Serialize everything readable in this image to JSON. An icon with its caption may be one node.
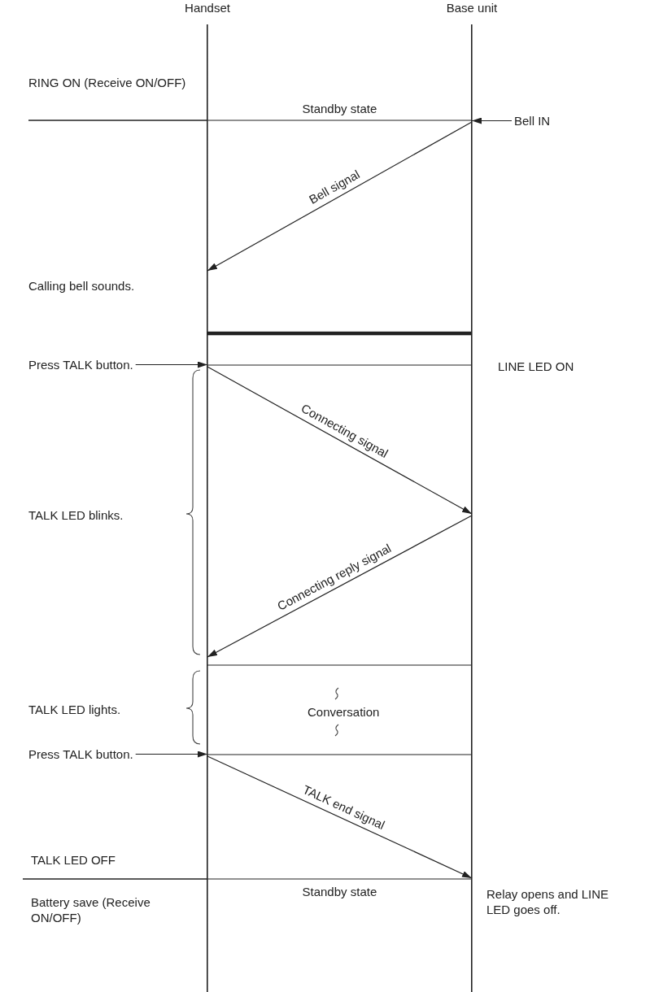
{
  "diagram": {
    "nodes": [
      {
        "text": [
          "Handset"
        ]
      },
      {
        "text": [
          "Base unit"
        ]
      },
      {
        "text": [
          "Bell IN"
        ]
      },
      {
        "text": [
          "Press TALK button."
        ]
      },
      {
        "text": [
          "Press TALK button."
        ]
      }
    ],
    "edges": [
      {
        "from": 0,
        "to": 1,
        "arrow": "none",
        "label": "Standby state"
      },
      {
        "from": 2,
        "to": 1,
        "arrow": "to"
      },
      {
        "from": 1,
        "to": 0,
        "arrow": "to",
        "label": "Bell signal"
      },
      {
        "from": 0,
        "to": 1,
        "arrow": "none",
        "style": "thick"
      },
      {
        "from": 3,
        "to": 0,
        "arrow": "to"
      },
      {
        "from": 0,
        "to": 1,
        "arrow": "none"
      },
      {
        "from": 0,
        "to": 1,
        "arrow": "to",
        "label": "Connecting signal"
      },
      {
        "from": 1,
        "to": 0,
        "arrow": "to",
        "label": "Connecting reply signal"
      },
      {
        "from": 0,
        "to": 1,
        "arrow": "none"
      },
      {
        "from": 4,
        "to": 0,
        "arrow": "to"
      },
      {
        "from": 0,
        "to": 1,
        "arrow": "none"
      },
      {
        "from": 0,
        "to": 1,
        "arrow": "to",
        "label": "TALK end signal"
      },
      {
        "from": 0,
        "to": 1,
        "arrow": "none",
        "label": "Standby state"
      }
    ],
    "labels": [
      "RING ON (Receive ON/OFF)",
      "Calling bell sounds.",
      "LINE LED ON",
      "TALK LED blinks.",
      "TALK LED lights.",
      "Conversation",
      "TALK LED OFF",
      "Battery save (Receive ON/OFF)",
      "Relay opens and LINE LED goes off."
    ]
  }
}
